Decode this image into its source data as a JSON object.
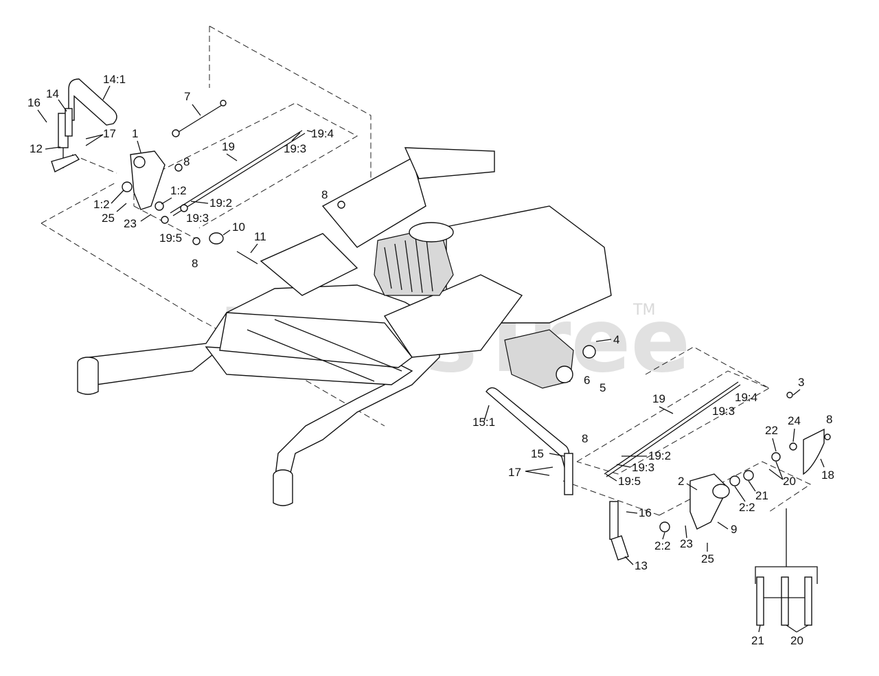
{
  "watermark": {
    "text": "PartsTree",
    "tm": "TM"
  },
  "callouts": [
    "14:1",
    "14",
    "16",
    "7",
    "19:4",
    "19:3",
    "17",
    "1",
    "12",
    "19",
    "8",
    "1:2",
    "1:2",
    "19:2",
    "25",
    "23",
    "19:3",
    "8",
    "10",
    "11",
    "19:5",
    "8",
    "4",
    "6",
    "5",
    "3",
    "19",
    "19:4",
    "19:3",
    "15:1",
    "8",
    "24",
    "8",
    "22",
    "15",
    "19:2",
    "17",
    "19:3",
    "18",
    "2",
    "20",
    "19:5",
    "21",
    "2:2",
    "16",
    "9",
    "2:2",
    "23",
    "25",
    "13",
    "21",
    "20"
  ]
}
